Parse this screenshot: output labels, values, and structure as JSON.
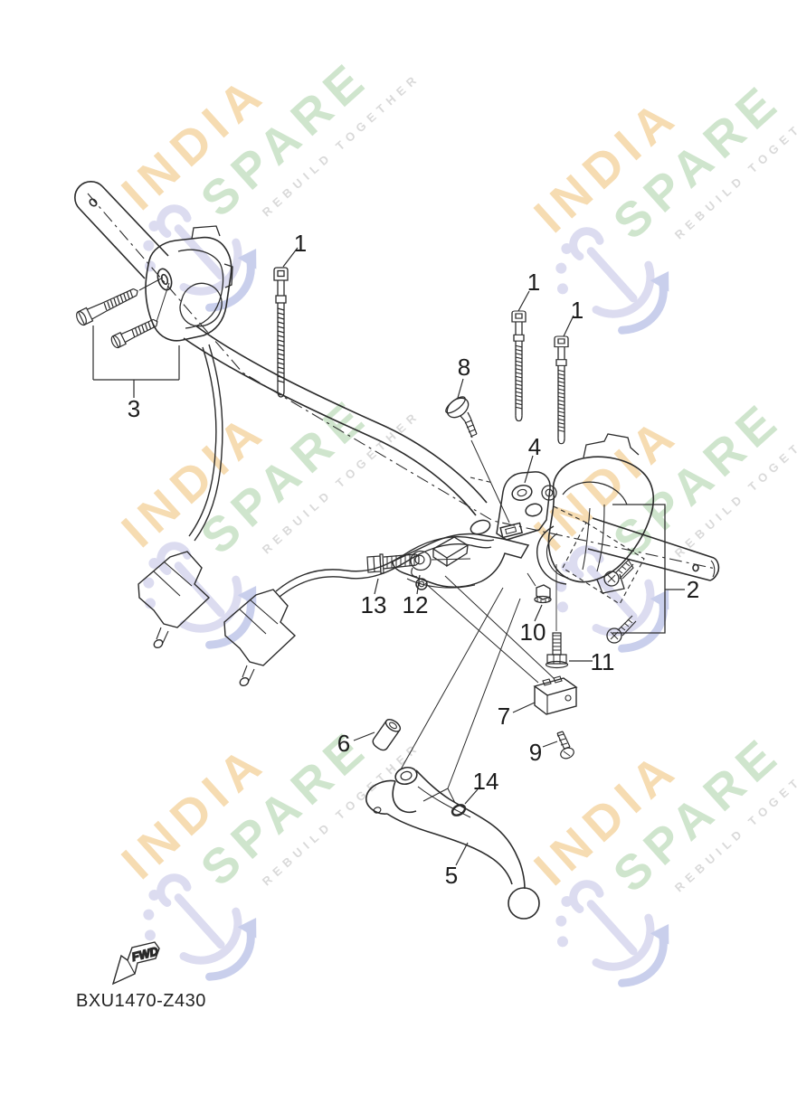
{
  "page": {
    "background": "#ffffff",
    "line_color": "#2b2b2b"
  },
  "watermark": {
    "line1": "INDIA",
    "line2": "SPARE",
    "line3": "REBUILD TOGETHER",
    "colors": {
      "line1": "#f6dcb2",
      "line2": "#cfe5cd",
      "line3": "#d9d9d9",
      "icon": "#dcdcf0"
    }
  },
  "diagram": {
    "callouts": [
      {
        "id": "1a",
        "label": "1"
      },
      {
        "id": "1b",
        "label": "1"
      },
      {
        "id": "1c",
        "label": "1"
      },
      {
        "id": "2",
        "label": "2"
      },
      {
        "id": "3",
        "label": "3"
      },
      {
        "id": "4",
        "label": "4"
      },
      {
        "id": "5",
        "label": "5"
      },
      {
        "id": "6",
        "label": "6"
      },
      {
        "id": "7",
        "label": "7"
      },
      {
        "id": "8",
        "label": "8"
      },
      {
        "id": "9",
        "label": "9"
      },
      {
        "id": "10",
        "label": "10"
      },
      {
        "id": "11",
        "label": "11"
      },
      {
        "id": "12",
        "label": "12"
      },
      {
        "id": "13",
        "label": "13"
      },
      {
        "id": "14",
        "label": "14"
      }
    ]
  },
  "footer": {
    "fwd": "FWD",
    "code": "BXU1470-Z430"
  }
}
